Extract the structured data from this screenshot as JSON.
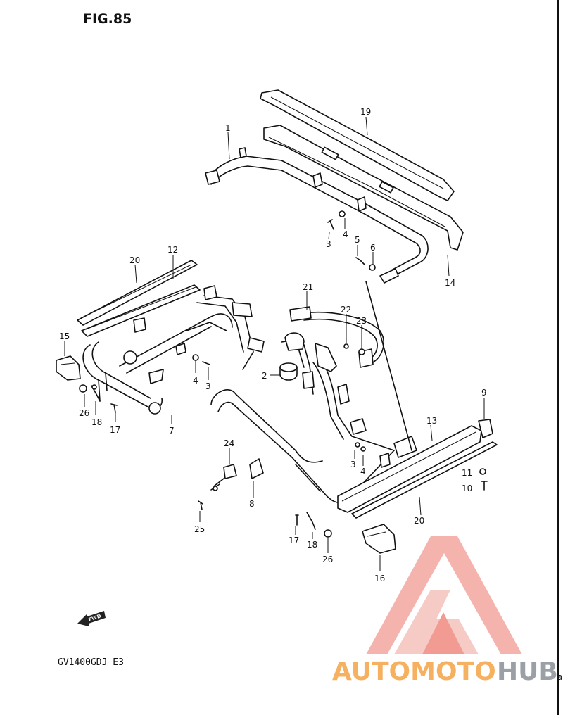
{
  "figure": {
    "title": "FIG.85",
    "model_code": "GV1400GDJ E3",
    "fwd_label": "FWD"
  },
  "parts": [
    {
      "id": "label-1",
      "number": "1"
    },
    {
      "id": "label-19",
      "number": "19"
    },
    {
      "id": "label-14",
      "number": "14"
    },
    {
      "id": "label-3a",
      "number": "3"
    },
    {
      "id": "label-4a",
      "number": "4"
    },
    {
      "id": "label-5",
      "number": "5"
    },
    {
      "id": "label-6",
      "number": "6"
    },
    {
      "id": "label-20a",
      "number": "20"
    },
    {
      "id": "label-12",
      "number": "12"
    },
    {
      "id": "label-21",
      "number": "21"
    },
    {
      "id": "label-22",
      "number": "22"
    },
    {
      "id": "label-23",
      "number": "23"
    },
    {
      "id": "label-15",
      "number": "15"
    },
    {
      "id": "label-4b",
      "number": "4"
    },
    {
      "id": "label-3b",
      "number": "3"
    },
    {
      "id": "label-2",
      "number": "2"
    },
    {
      "id": "label-26a",
      "number": "26"
    },
    {
      "id": "label-18a",
      "number": "18"
    },
    {
      "id": "label-17a",
      "number": "17"
    },
    {
      "id": "label-7",
      "number": "7"
    },
    {
      "id": "label-9",
      "number": "9"
    },
    {
      "id": "label-13",
      "number": "13"
    },
    {
      "id": "label-24",
      "number": "24"
    },
    {
      "id": "label-3c",
      "number": "3"
    },
    {
      "id": "label-4c",
      "number": "4"
    },
    {
      "id": "label-11",
      "number": "11"
    },
    {
      "id": "label-10",
      "number": "10"
    },
    {
      "id": "label-8",
      "number": "8"
    },
    {
      "id": "label-20b",
      "number": "20"
    },
    {
      "id": "label-25",
      "number": "25"
    },
    {
      "id": "label-17b",
      "number": "17"
    },
    {
      "id": "label-18b",
      "number": "18"
    },
    {
      "id": "label-26b",
      "number": "26"
    },
    {
      "id": "label-16",
      "number": "16"
    }
  ],
  "watermark": {
    "text_part1": "AUTOMOTO",
    "text_part2": "HUB",
    "color_primary": "#f08a80",
    "color_secondary": "#f5b060",
    "color_tertiary": "#9aa0a6"
  },
  "right_edge_text": "a"
}
